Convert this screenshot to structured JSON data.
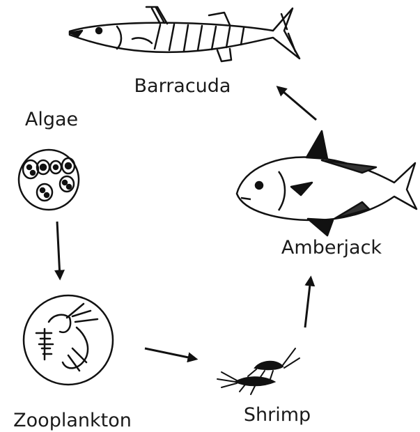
{
  "organisms": {
    "barracuda": {
      "label": "Barracuda",
      "icon": "barracuda-icon"
    },
    "algae": {
      "label": "Algae",
      "icon": "algae-cells-icon"
    },
    "zooplankton": {
      "label": "Zooplankton",
      "icon": "zooplankton-icon"
    },
    "shrimp": {
      "label": "Shrimp",
      "icon": "shrimp-icon"
    },
    "amberjack": {
      "label": "Amberjack",
      "icon": "amberjack-icon"
    }
  },
  "arrows": [
    {
      "from": "Algae",
      "to": "Zooplankton"
    },
    {
      "from": "Zooplankton",
      "to": "Shrimp"
    },
    {
      "from": "Shrimp",
      "to": "Amberjack"
    },
    {
      "from": "Amberjack",
      "to": "Barracuda"
    }
  ],
  "colors": {
    "ink": "#1a1a1a",
    "background": "#ffffff"
  }
}
